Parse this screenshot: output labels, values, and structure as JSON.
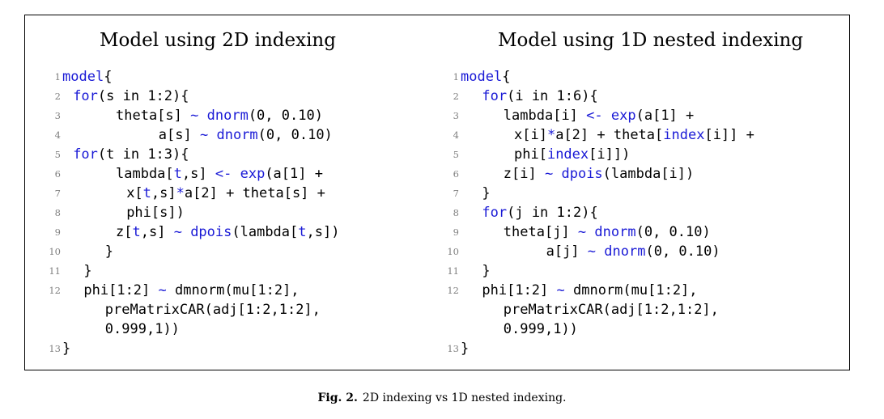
{
  "panels": [
    {
      "title": "Model using 2D indexing",
      "lines": [
        {
          "n": "1",
          "indent": 0,
          "segs": [
            {
              "t": "model",
              "k": 1
            },
            {
              "t": "{"
            }
          ]
        },
        {
          "n": "2",
          "indent": 1,
          "segs": [
            {
              "t": "for",
              "k": 1
            },
            {
              "t": "(s in 1:2){"
            }
          ]
        },
        {
          "n": "3",
          "indent": 5,
          "segs": [
            {
              "t": "theta[s] "
            },
            {
              "t": "~",
              "k": 1
            },
            {
              "t": " "
            },
            {
              "t": "dnorm",
              "k": 1
            },
            {
              "t": "(0, 0.10)"
            }
          ]
        },
        {
          "n": "4",
          "indent": 9,
          "segs": [
            {
              "t": "a[s] "
            },
            {
              "t": "~",
              "k": 1
            },
            {
              "t": " "
            },
            {
              "t": "dnorm",
              "k": 1
            },
            {
              "t": "(0, 0.10)"
            }
          ]
        },
        {
          "n": "5",
          "indent": 1,
          "segs": [
            {
              "t": "for",
              "k": 1
            },
            {
              "t": "(t in 1:3){"
            }
          ]
        },
        {
          "n": "6",
          "indent": 5,
          "segs": [
            {
              "t": "lambda["
            },
            {
              "t": "t",
              "k": 1
            },
            {
              "t": ",s] "
            },
            {
              "t": "<-",
              "k": 1
            },
            {
              "t": " "
            },
            {
              "t": "exp",
              "k": 1
            },
            {
              "t": "(a[1] +"
            }
          ]
        },
        {
          "n": "7",
          "indent": 6,
          "segs": [
            {
              "t": "x["
            },
            {
              "t": "t",
              "k": 1
            },
            {
              "t": ",s]"
            },
            {
              "t": "*",
              "k": 1
            },
            {
              "t": "a[2] + theta[s] +"
            }
          ]
        },
        {
          "n": "8",
          "indent": 6,
          "segs": [
            {
              "t": "phi[s])"
            }
          ]
        },
        {
          "n": "9",
          "indent": 5,
          "segs": [
            {
              "t": "z["
            },
            {
              "t": "t",
              "k": 1
            },
            {
              "t": ",s] "
            },
            {
              "t": "~",
              "k": 1
            },
            {
              "t": " "
            },
            {
              "t": "dpois",
              "k": 1
            },
            {
              "t": "(lambda["
            },
            {
              "t": "t",
              "k": 1
            },
            {
              "t": ",s])"
            }
          ]
        },
        {
          "n": "10",
          "indent": 4,
          "segs": [
            {
              "t": "}"
            }
          ]
        },
        {
          "n": "11",
          "indent": 2,
          "segs": [
            {
              "t": "}"
            }
          ]
        },
        {
          "n": "12",
          "indent": 2,
          "segs": [
            {
              "t": "phi[1:2] "
            },
            {
              "t": "~",
              "k": 1
            },
            {
              "t": " dmnorm(mu[1:2],"
            }
          ]
        },
        {
          "n": "",
          "indent": 4,
          "segs": [
            {
              "t": "preMatrixCAR(adj[1:2,1:2],"
            }
          ]
        },
        {
          "n": "",
          "indent": 4,
          "segs": [
            {
              "t": "0.999,1))"
            }
          ]
        },
        {
          "n": "13",
          "indent": 0,
          "segs": [
            {
              "t": "}"
            }
          ]
        }
      ]
    },
    {
      "title": "Model using 1D nested indexing",
      "lines": [
        {
          "n": "1",
          "indent": 0,
          "segs": [
            {
              "t": "model",
              "k": 1
            },
            {
              "t": "{"
            }
          ]
        },
        {
          "n": "2",
          "indent": 2,
          "segs": [
            {
              "t": "for",
              "k": 1
            },
            {
              "t": "(i in 1:6){"
            }
          ]
        },
        {
          "n": "3",
          "indent": 4,
          "segs": [
            {
              "t": "lambda[i] "
            },
            {
              "t": "<-",
              "k": 1
            },
            {
              "t": " "
            },
            {
              "t": "exp",
              "k": 1
            },
            {
              "t": "(a[1] +"
            }
          ]
        },
        {
          "n": "4",
          "indent": 5,
          "segs": [
            {
              "t": "x[i]"
            },
            {
              "t": "*",
              "k": 1
            },
            {
              "t": "a[2] + theta["
            },
            {
              "t": "index",
              "k": 1
            },
            {
              "t": "[i]] +"
            }
          ]
        },
        {
          "n": "5",
          "indent": 5,
          "segs": [
            {
              "t": "phi["
            },
            {
              "t": "index",
              "k": 1
            },
            {
              "t": "[i]])"
            }
          ]
        },
        {
          "n": "6",
          "indent": 4,
          "segs": [
            {
              "t": "z[i] "
            },
            {
              "t": "~",
              "k": 1
            },
            {
              "t": " "
            },
            {
              "t": "dpois",
              "k": 1
            },
            {
              "t": "(lambda[i])"
            }
          ]
        },
        {
          "n": "7",
          "indent": 2,
          "segs": [
            {
              "t": "}"
            }
          ]
        },
        {
          "n": "8",
          "indent": 2,
          "segs": [
            {
              "t": "for",
              "k": 1
            },
            {
              "t": "(j in 1:2){"
            }
          ]
        },
        {
          "n": "9",
          "indent": 4,
          "segs": [
            {
              "t": "theta[j] "
            },
            {
              "t": "~",
              "k": 1
            },
            {
              "t": " "
            },
            {
              "t": "dnorm",
              "k": 1
            },
            {
              "t": "(0, 0.10)"
            }
          ]
        },
        {
          "n": "10",
          "indent": 8,
          "segs": [
            {
              "t": "a[j] "
            },
            {
              "t": "~",
              "k": 1
            },
            {
              "t": " "
            },
            {
              "t": "dnorm",
              "k": 1
            },
            {
              "t": "(0, 0.10)"
            }
          ]
        },
        {
          "n": "11",
          "indent": 2,
          "segs": [
            {
              "t": "}"
            }
          ]
        },
        {
          "n": "12",
          "indent": 2,
          "segs": [
            {
              "t": "phi[1:2] "
            },
            {
              "t": "~",
              "k": 1
            },
            {
              "t": " dmnorm(mu[1:2],"
            }
          ]
        },
        {
          "n": "",
          "indent": 4,
          "segs": [
            {
              "t": "preMatrixCAR(adj[1:2,1:2],"
            }
          ]
        },
        {
          "n": "",
          "indent": 4,
          "segs": [
            {
              "t": "0.999,1))"
            }
          ]
        },
        {
          "n": "13",
          "indent": 0,
          "segs": [
            {
              "t": "}"
            }
          ]
        }
      ]
    }
  ],
  "caption": {
    "label": "Fig. 2.",
    "text": "2D indexing vs 1D nested indexing."
  },
  "colors": {
    "keyword": "#1a1ad6",
    "line_number": "#808080"
  }
}
